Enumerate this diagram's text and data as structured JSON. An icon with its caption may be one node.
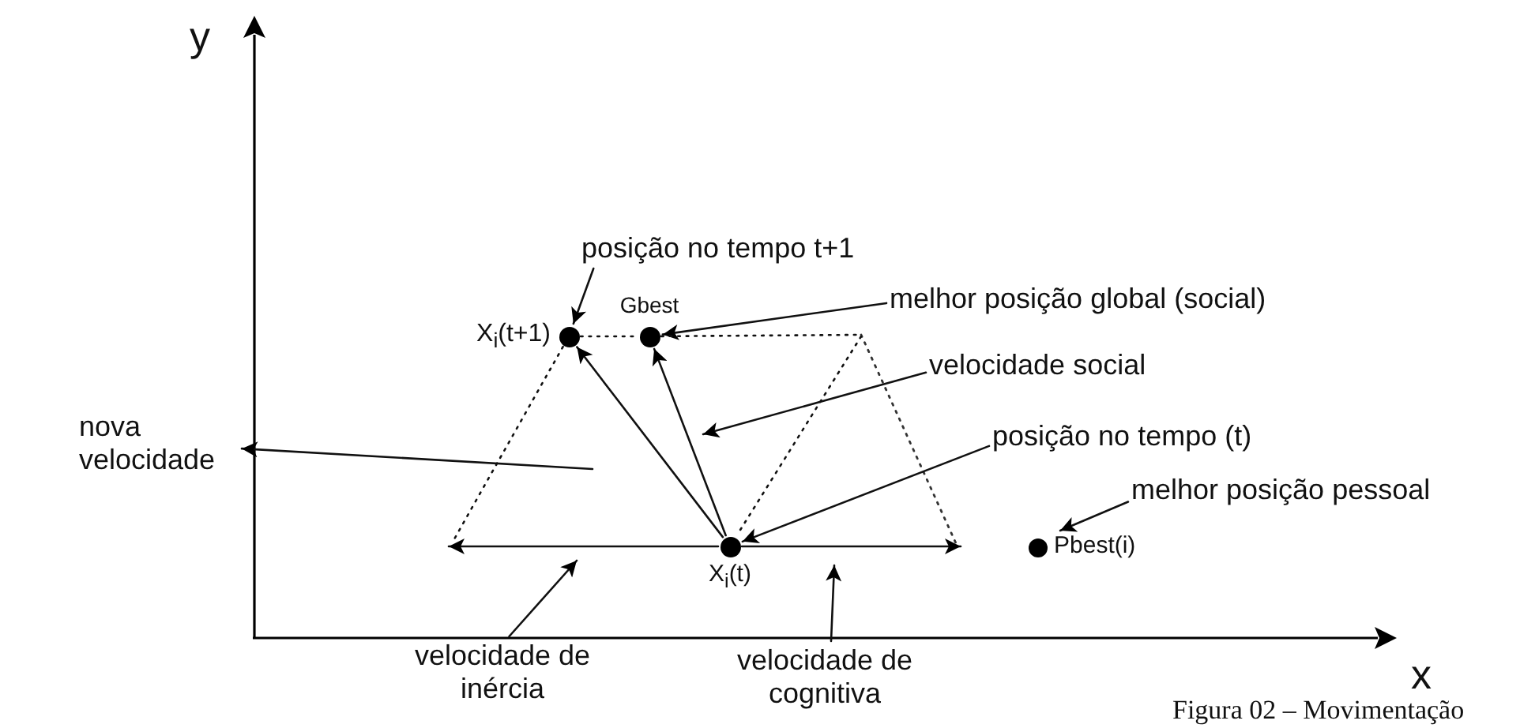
{
  "diagram": {
    "caption": "Figura 02 – Movimentação",
    "nodes": [
      {
        "text": [],
        "shape": "circle",
        "beside": [
          "X$_{i}$(t+1)"
        ]
      },
      {
        "text": [],
        "shape": "circle",
        "beside": [
          "Gbest"
        ]
      },
      {
        "text": [],
        "shape": "circle",
        "beside": [
          "X$_{i}$(t)"
        ]
      },
      {
        "text": [],
        "shape": "circle",
        "beside": [
          "Pbest(i)"
        ]
      },
      {
        "text": [
          "posição no tempo t+1"
        ]
      },
      {
        "text": [
          "melhor posição global (social)"
        ]
      },
      {
        "text": [
          "velocidade social"
        ]
      },
      {
        "text": [
          "posição no tempo (t)"
        ]
      },
      {
        "text": [
          "melhor posição pessoal"
        ]
      },
      {
        "text": [
          "nova velocidade"
        ]
      },
      {
        "text": [
          "velocidade de inércia"
        ]
      },
      {
        "text": [
          "velocidade de cognitiva"
        ]
      }
    ],
    "edges": [
      {
        "from": 2,
        "to": 0,
        "arrow": "to"
      },
      {
        "from": 2,
        "to": 1,
        "arrow": "to"
      },
      {
        "from": 2,
        "to": null,
        "arrow": "to"
      },
      {
        "from": 2,
        "to": null,
        "arrow": "to"
      },
      {
        "from": 0,
        "to": 1,
        "arrow": "none",
        "style": "dashed"
      },
      {
        "from": 4,
        "to": 0,
        "arrow": "to"
      },
      {
        "from": 5,
        "to": 1,
        "arrow": "to"
      },
      {
        "from": 6,
        "to": null,
        "arrow": "to"
      },
      {
        "from": 7,
        "to": 2,
        "arrow": "to"
      },
      {
        "from": 8,
        "to": 3,
        "arrow": "to"
      },
      {
        "from": null,
        "to": 9,
        "arrow": "to"
      },
      {
        "from": 10,
        "to": null,
        "arrow": "to"
      },
      {
        "from": 11,
        "to": null,
        "arrow": "to"
      },
      {
        "from": 0,
        "to": null,
        "arrow": "none",
        "style": "dashed"
      },
      {
        "from": 1,
        "to": null,
        "arrow": "none",
        "style": "dashed"
      },
      {
        "from": null,
        "to": 2,
        "arrow": "none",
        "style": "dashed"
      }
    ],
    "labels": [
      "y",
      "x"
    ]
  }
}
